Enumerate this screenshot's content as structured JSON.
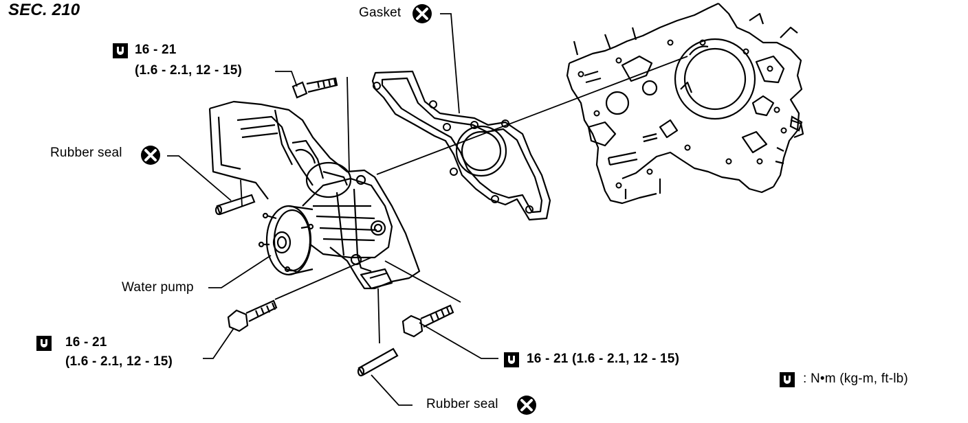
{
  "section": "SEC. 210",
  "labels": {
    "gasket": "Gasket",
    "rubber_seal_left": "Rubber seal",
    "rubber_seal_bottom": "Rubber seal",
    "water_pump": "Water pump"
  },
  "torque_top": {
    "line1": "16 - 21",
    "line2": "(1.6 - 2.1, 12 - 15)"
  },
  "torque_left": {
    "line1": "16 - 21",
    "line2": "(1.6 - 2.1, 12 - 15)"
  },
  "torque_right": {
    "line1": "16 - 21 (1.6 - 2.1, 12 - 15)"
  },
  "legend": {
    "text": ": N•m (kg-m, ft-lb)"
  },
  "icons": {
    "replace": "circle-x-icon",
    "torque": "torque-wrench-icon"
  }
}
